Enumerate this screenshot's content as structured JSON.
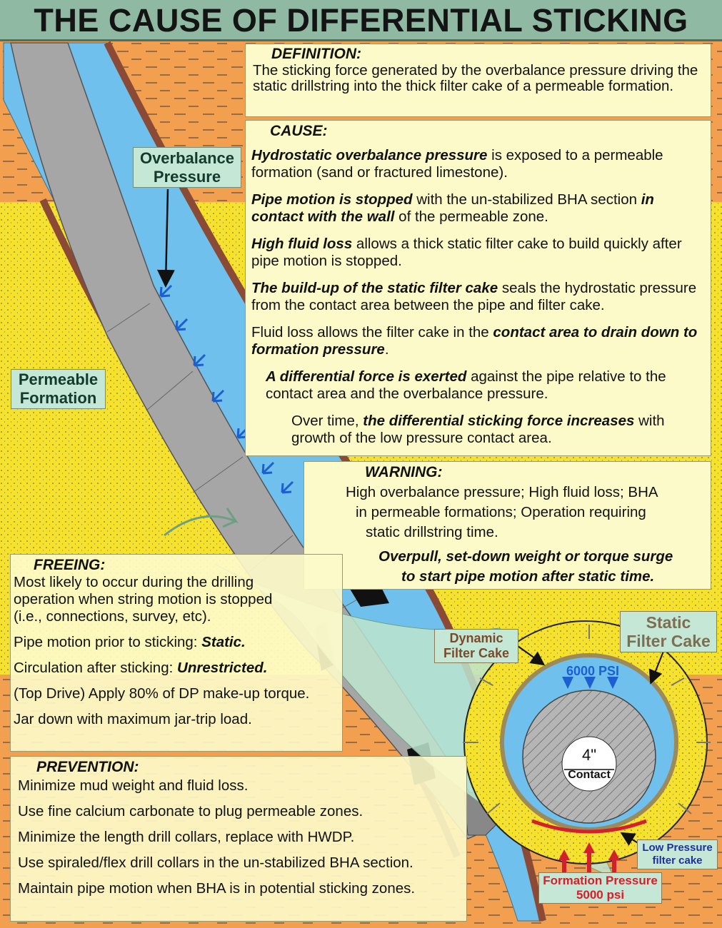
{
  "title": "THE CAUSE OF DIFFERENTIAL STICKING",
  "definition": {
    "heading": "DEFINITION:",
    "text": "The sticking force generated by the overbalance pressure driving the static drillstring into the thick filter cake of a permeable formation."
  },
  "cause": {
    "heading": "CAUSE:",
    "p1_b": "Hydrostatic overbalance pressure",
    "p1_t": " is exposed to a permeable formation (sand or fractured limestone).",
    "p2_b1": "Pipe motion is stopped",
    "p2_t1": " with the un-stabilized BHA section ",
    "p2_b2": "in contact with the wall",
    "p2_t2": " of the permeable zone.",
    "p3_b": "High fluid loss",
    "p3_t": " allows a thick static filter cake to build quickly after pipe motion is stopped.",
    "p4_b": "The build-up of the static filter cake",
    "p4_t": " seals the hydrostatic pressure from the contact area between the pipe and filter cake.",
    "p5_t1": "Fluid loss allows the filter cake in the ",
    "p5_b": "contact area to drain down to formation pressure",
    "p5_t2": ".",
    "p6_b": "A differential force is exerted",
    "p6_t": " against the pipe relative to the contact area and the overbalance pressure.",
    "p7_t1": "Over time, ",
    "p7_b": "the differential sticking force increases",
    "p7_t2": " with growth of the low pressure contact area."
  },
  "warning": {
    "heading": "WARNING:",
    "line1": "High overbalance pressure; High fluid loss; BHA",
    "line2": "in permeable formations; Operation requiring",
    "line3": "static drillstring time.",
    "bold1": "Overpull, set-down weight or torque surge",
    "bold2": "to start pipe motion after static time."
  },
  "freeing": {
    "heading": "FREEING:",
    "p1": "Most likely to occur during the drilling operation when string motion is stopped (i.e., connections, survey, etc).",
    "p2_t": "Pipe motion prior to sticking: ",
    "p2_b": "Static.",
    "p3_t": "Circulation after sticking: ",
    "p3_b": "Unrestricted.",
    "p4": "(Top Drive) Apply 80% of DP make-up torque.",
    "p5": "Jar down with maximum jar-trip load."
  },
  "prevention": {
    "heading": "PREVENTION:",
    "items": [
      "Minimize mud weight and fluid loss.",
      "Use fine calcium carbonate to plug permeable zones.",
      "Minimize the length drill collars, replace with HWDP.",
      "Use spiraled/flex drill collars in the un-stabilized BHA section.",
      "Maintain pipe motion when BHA is in potential sticking zones."
    ]
  },
  "labels": {
    "overbalance_1": "Overbalance",
    "overbalance_2": "Pressure",
    "permeable_1": "Permeable",
    "permeable_2": "Formation",
    "dynamic_1": "Dynamic",
    "dynamic_2": "Filter Cake",
    "static_1": "Static",
    "static_2": "Filter Cake",
    "psi_high": "6000 PSI",
    "contact_size": "4\"",
    "contact": "Contact",
    "low_pressure_1": "Low Pressure",
    "low_pressure_2": "filter cake",
    "formation_1": "Formation Pressure",
    "formation_2": "5000 psi"
  },
  "colors": {
    "shale": "#f2a04f",
    "sand": "#f6e22c",
    "mud": "#6fc0ec",
    "pipe": "#a6a6a6",
    "wall": "#8a4a35",
    "label_bg": "#c5e8d6",
    "box_bg": "#fdfac9"
  }
}
